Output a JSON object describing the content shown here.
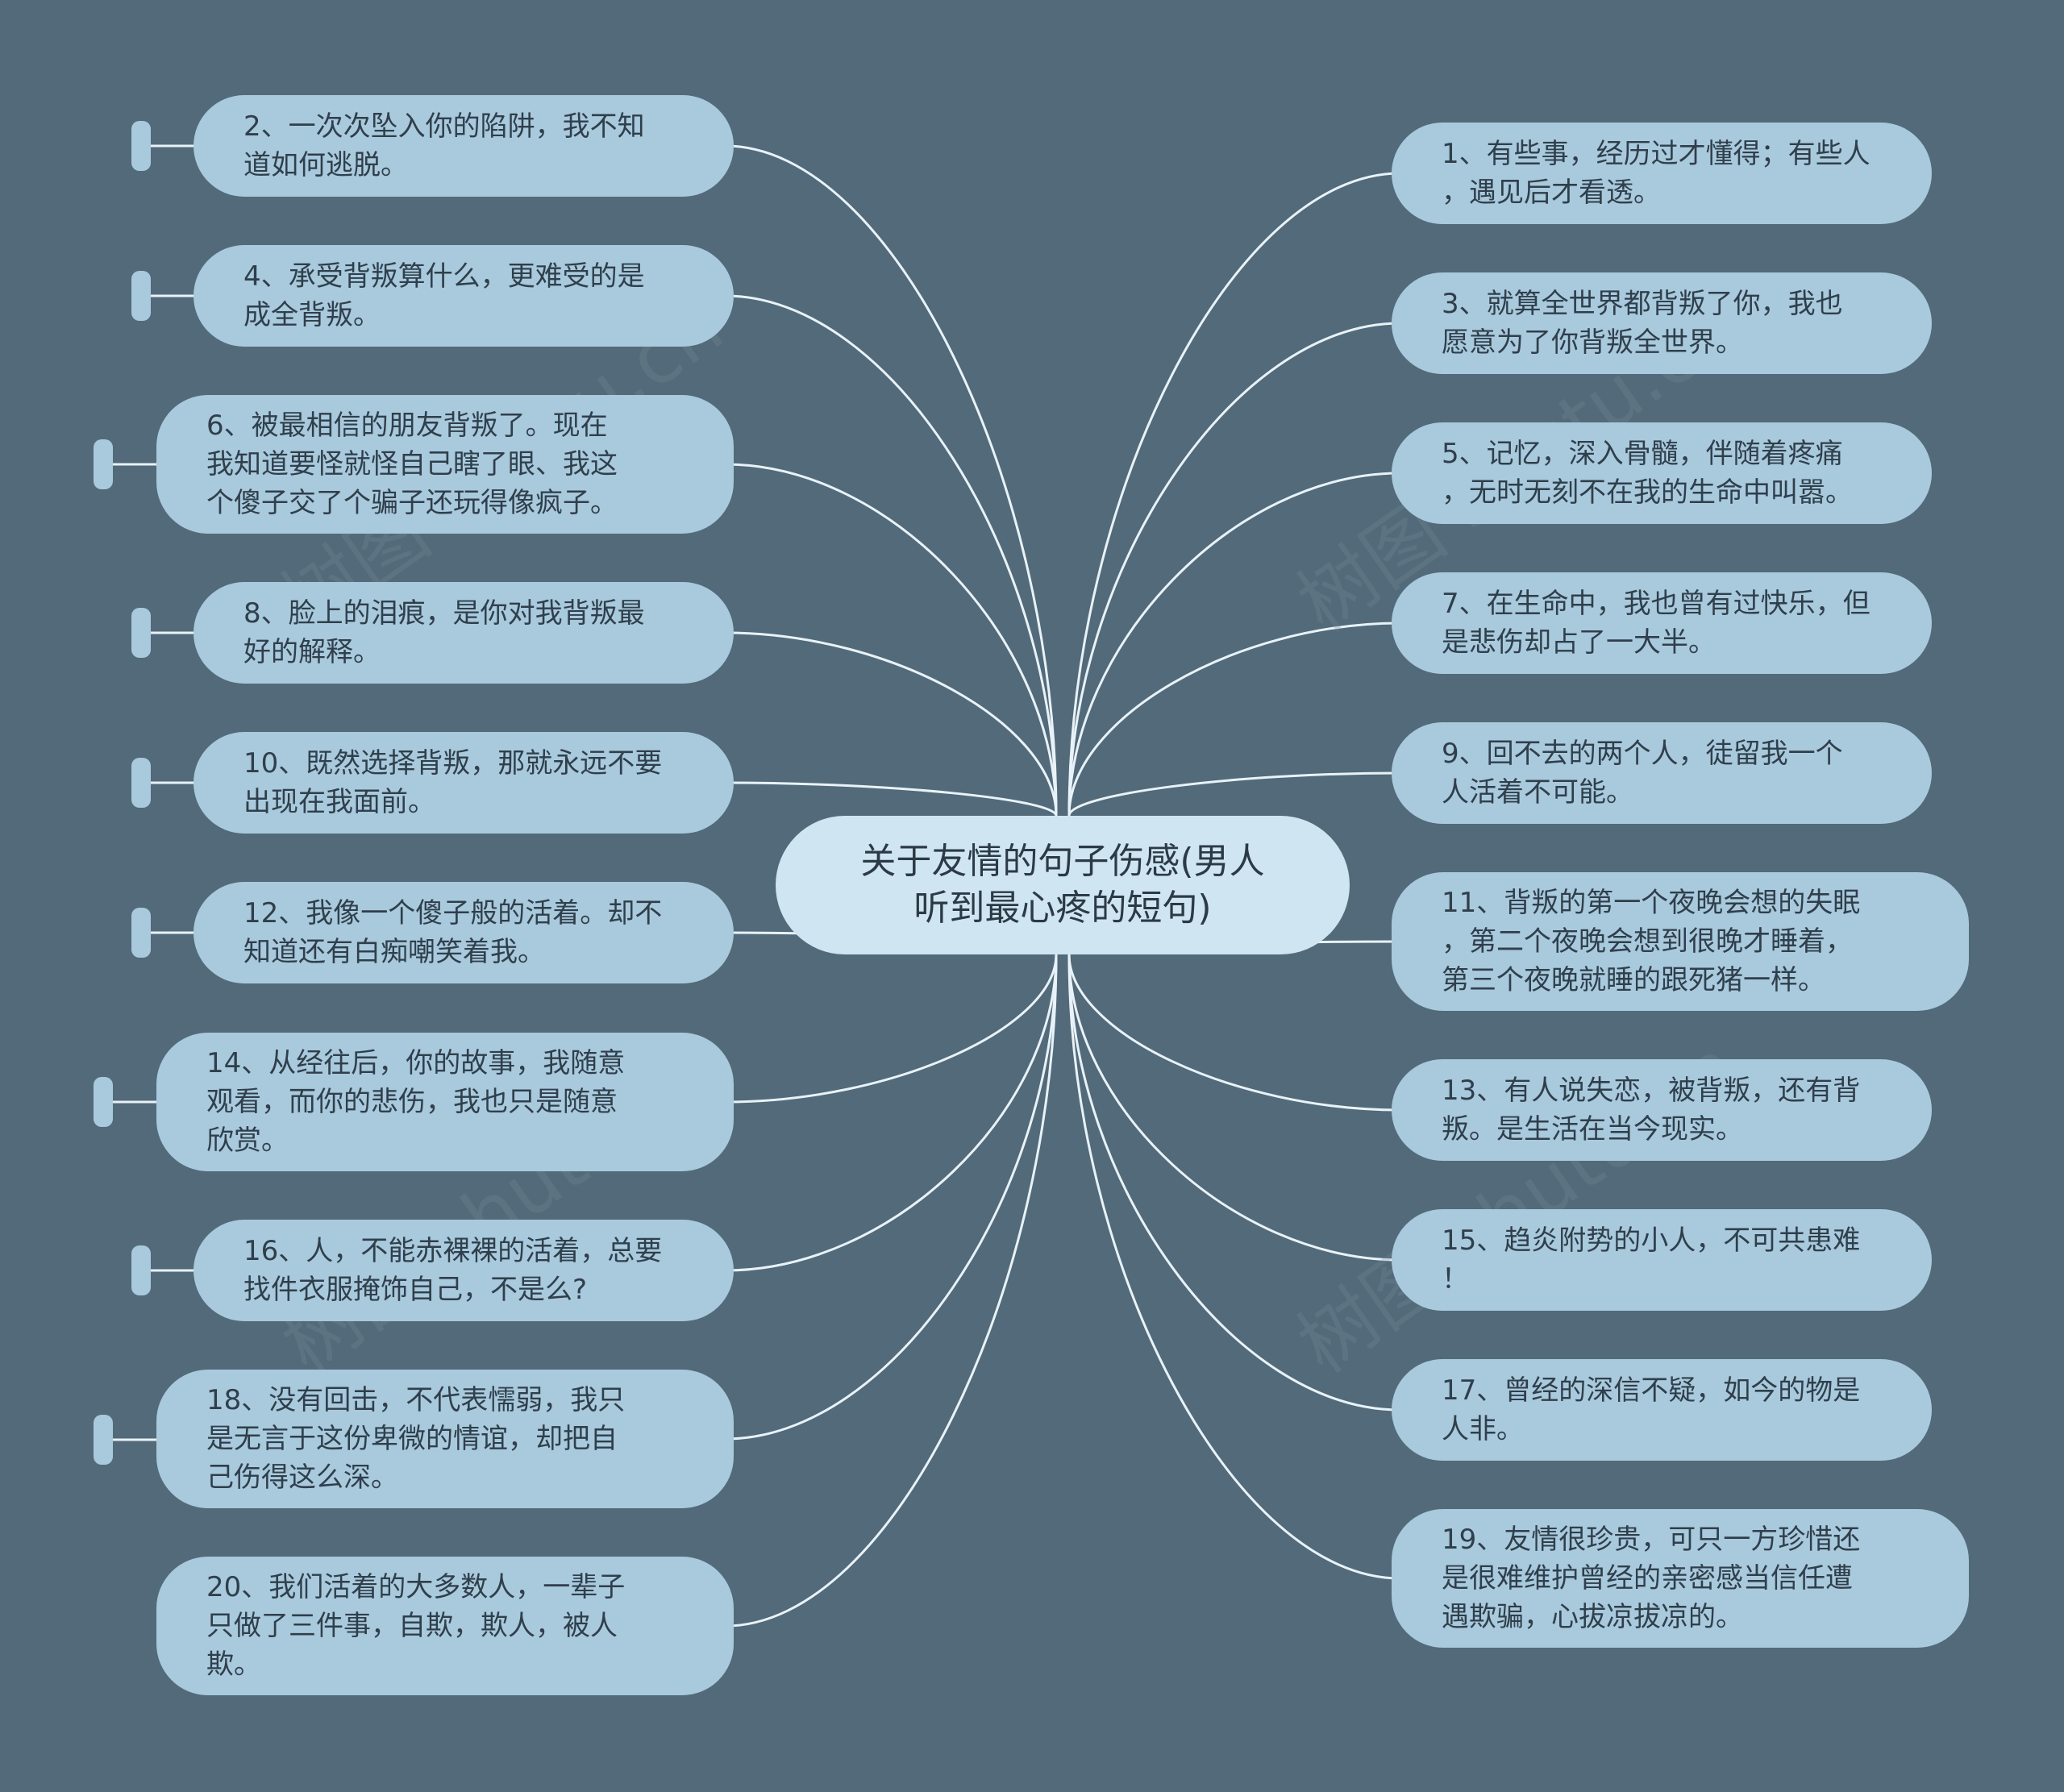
{
  "title": "关于友情的句子伤感(男人\n听到最心疼的短句)",
  "watermark": "树图 shutu.cn",
  "colors": {
    "background": "#526a79",
    "node": "#a9c9dd",
    "center": "#cfe5f2",
    "line": "#e8f2f8"
  },
  "left_nodes": [
    "2、一次次坠入你的陷阱，我不知\n道如何逃脱。",
    "4、承受背叛算什么，更难受的是\n成全背叛。",
    "6、被最相信的朋友背叛了。现在\n我知道要怪就怪自己瞎了眼、我这\n个傻子交了个骗子还玩得像疯子。",
    "8、脸上的泪痕，是你对我背叛最\n好的解释。",
    "10、既然选择背叛，那就永远不要\n出现在我面前。",
    "12、我像一个傻子般的活着。却不\n知道还有白痴嘲笑着我。",
    "14、从经往后，你的故事，我随意\n观看，而你的悲伤，我也只是随意\n欣赏。",
    "16、人，不能赤裸裸的活着，总要\n找件衣服掩饰自己，不是么?",
    "18、没有回击，不代表懦弱，我只\n是无言于这份卑微的情谊，却把自\n己伤得这么深。",
    "20、我们活着的大多数人，一辈子\n只做了三件事，自欺，欺人，被人\n欺。"
  ],
  "right_nodes": [
    "1、有些事，经历过才懂得；有些人\n，遇见后才看透。",
    "3、就算全世界都背叛了你，我也\n愿意为了你背叛全世界。",
    "5、记忆，深入骨髓，伴随着疼痛\n，无时无刻不在我的生命中叫嚣。",
    "7、在生命中，我也曾有过快乐，但\n是悲伤却占了一大半。",
    "9、回不去的两个人，徒留我一个\n人活着不可能。",
    "11、背叛的第一个夜晚会想的失眠\n，第二个夜晚会想到很晚才睡着，\n第三个夜晚就睡的跟死猪一样。",
    "13、有人说失恋，被背叛，还有背\n叛。是生活在当今现实。",
    "15、趋炎附势的小人，不可共患难\n！",
    "17、曾经的深信不疑，如今的物是\n人非。",
    "19、友情很珍贵，可只一方珍惜还\n是很难维护曾经的亲密感当信任遭\n遇欺骗，心拔凉拔凉的。"
  ]
}
